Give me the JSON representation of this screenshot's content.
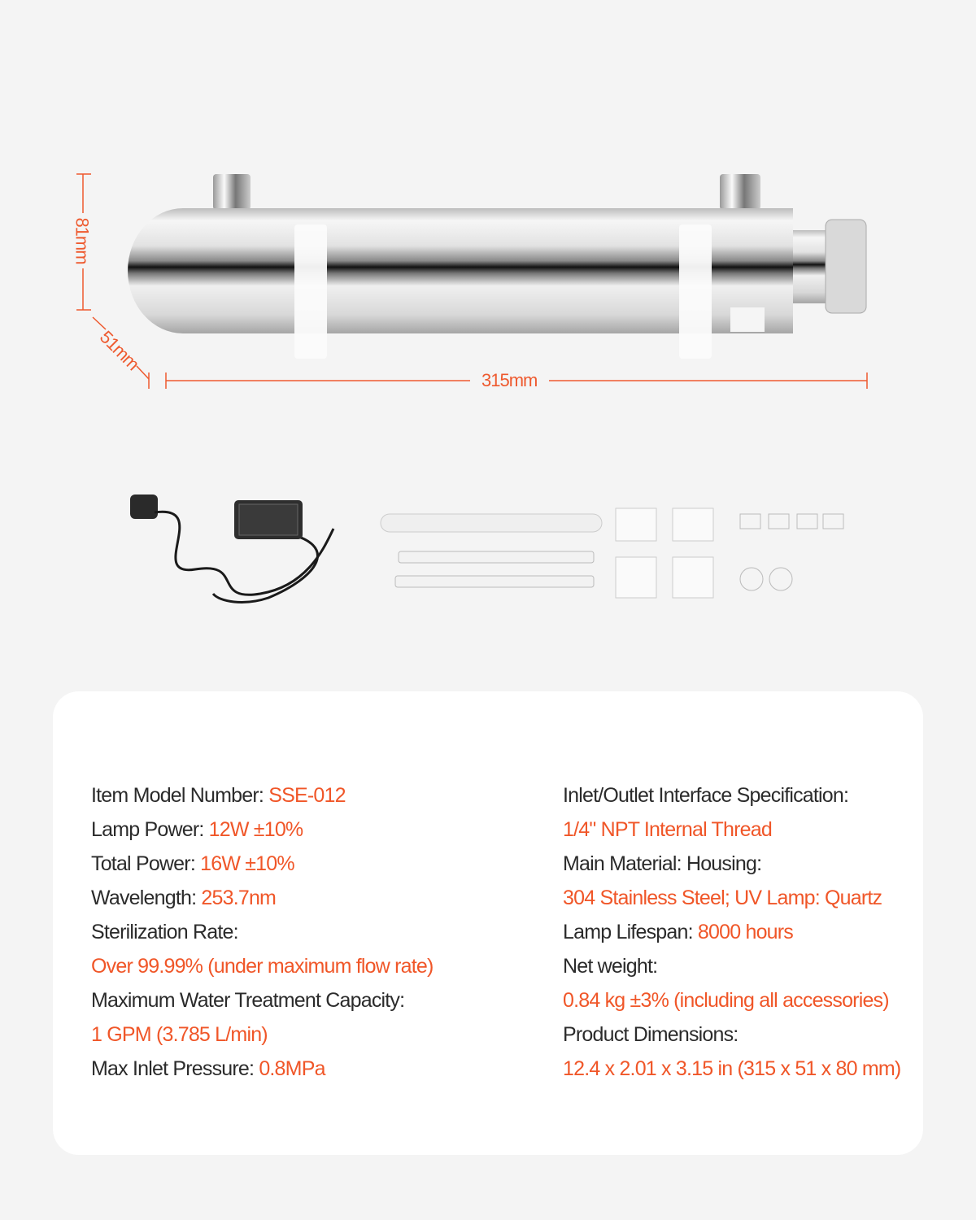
{
  "dimensions": {
    "height": "81mm",
    "depth": "51mm",
    "length": "315mm"
  },
  "colors": {
    "accent": "#f05628",
    "text": "#2b2b2b",
    "background": "#f4f4f4",
    "card": "#ffffff"
  },
  "specs": {
    "left": [
      {
        "label": "Item Model Number: ",
        "value": "SSE-012"
      },
      {
        "label": "Lamp Power: ",
        "value": "12W ±10%"
      },
      {
        "label": "Total Power: ",
        "value": "16W ±10%"
      },
      {
        "label": "Wavelength: ",
        "value": "253.7nm"
      },
      {
        "label": "Sterilization Rate:",
        "value": ""
      },
      {
        "label": "",
        "value": "Over 99.99% (under maximum flow rate)"
      },
      {
        "label": "Maximum Water Treatment Capacity:",
        "value": ""
      },
      {
        "label": "",
        "value": "1 GPM (3.785 L/min)"
      },
      {
        "label": "Max Inlet Pressure: ",
        "value": "0.8MPa"
      }
    ],
    "right": [
      {
        "label": "Inlet/Outlet Interface Specification:",
        "value": ""
      },
      {
        "label": "",
        "value": "1/4\" NPT Internal Thread"
      },
      {
        "label": "Main Material: Housing:",
        "value": ""
      },
      {
        "label": "",
        "value": "304 Stainless Steel; UV Lamp: Quartz"
      },
      {
        "label": "Lamp Lifespan: ",
        "value": "8000 hours"
      },
      {
        "label": "Net weight:",
        "value": ""
      },
      {
        "label": "",
        "value": "0.84 kg ±3% (including all accessories)"
      },
      {
        "label": "Product Dimensions:",
        "value": ""
      },
      {
        "label": "",
        "value": "12.4 x 2.01 x 3.15 in (315 x 51 x 80 mm)"
      }
    ]
  }
}
